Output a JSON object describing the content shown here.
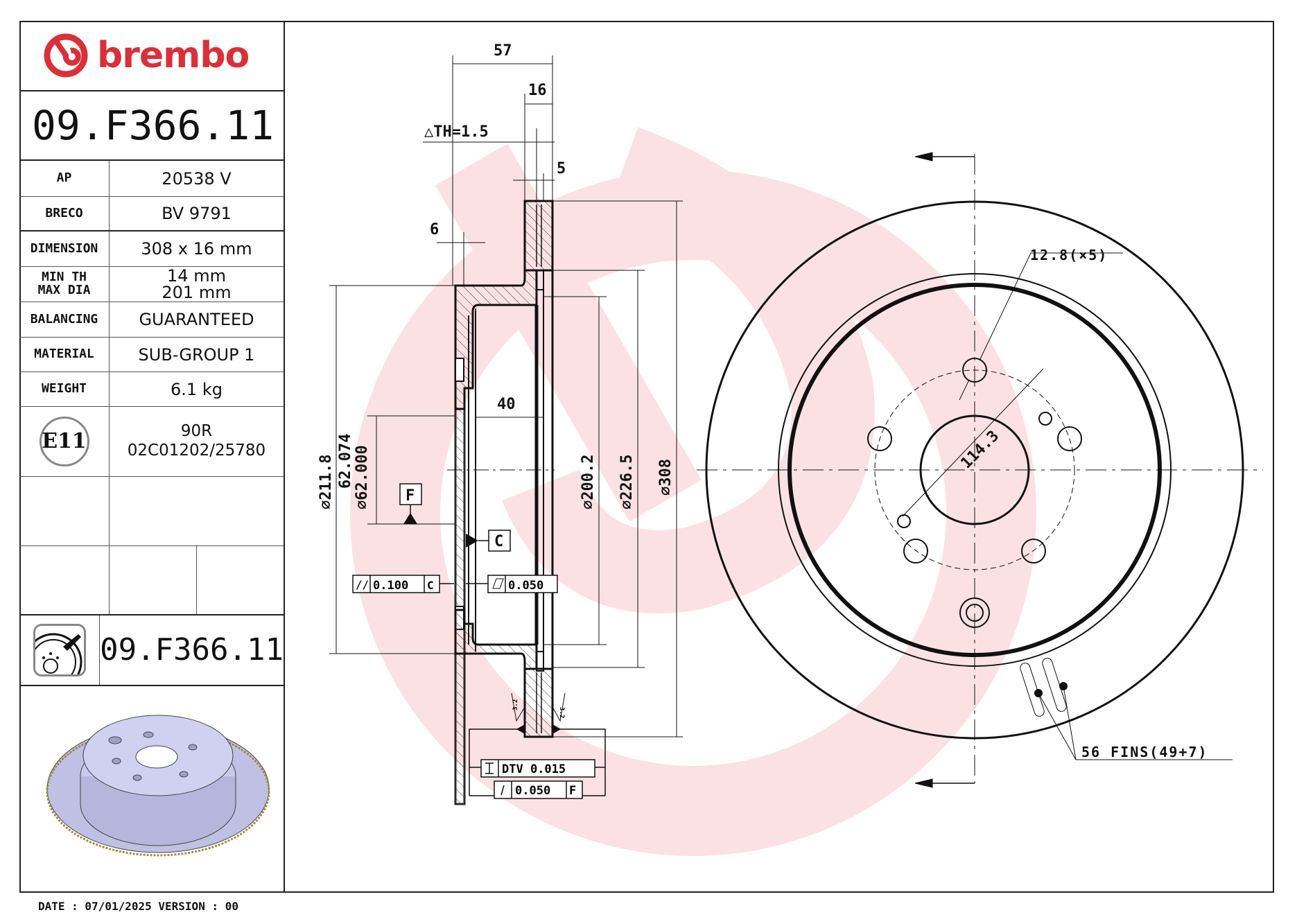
{
  "brand": {
    "name": "brembo",
    "color": "#d9303a"
  },
  "part_number": "09.F366.11",
  "specs": [
    {
      "label": "AP",
      "value": "20538 V"
    },
    {
      "label": "BRECO",
      "value": "BV 9791"
    },
    {
      "label": "DIMENSION",
      "value": "308 x 16 mm"
    },
    {
      "label_lines": [
        "MIN TH",
        "MAX DIA"
      ],
      "value_lines": [
        "14 mm",
        "201 mm"
      ]
    },
    {
      "label": "BALANCING",
      "value": "GUARANTEED"
    },
    {
      "label": "MATERIAL",
      "value": "SUB-GROUP 1"
    },
    {
      "label": "WEIGHT",
      "value": "6.1 kg"
    }
  ],
  "approval": {
    "mark": "E11",
    "lines": [
      "90R",
      "02C01202/25780"
    ]
  },
  "bottom_part_number": "09.F366.11",
  "footer": {
    "date_text": "DATE : 07/01/2025 VERSION : 00"
  },
  "section_view": {
    "dims": {
      "overall_height": "57",
      "thickness": "16",
      "delta_th": "△TH=1.5",
      "vane_gap": "5",
      "hat_wall": "6",
      "hat_depth": "40",
      "d_hat": "⌀211.8",
      "d_bore_max": "62.074",
      "d_bore_min": "⌀62.000",
      "d_inner_ring": "⌀200.2",
      "d_friction_inner": "⌀226.5",
      "d_outer": "⌀308"
    },
    "datums": {
      "f": "F",
      "c": "C"
    },
    "roughness": [
      "3.2",
      "3.2"
    ],
    "tolerances": {
      "parallelism": {
        "symbol": "//",
        "value": "0.100",
        "datum": "C"
      },
      "flatness": {
        "symbol": "▱",
        "value": "0.050"
      },
      "dtv": {
        "symbol": "⌶",
        "value": "DTV 0.015"
      },
      "runout": {
        "symbol": "↗",
        "value": "0.050",
        "datum": "F"
      }
    }
  },
  "front_view": {
    "bolt_hole": "12.8(×5)",
    "pcd": "114.3",
    "fins": "56 FINS(49+7)"
  },
  "colors": {
    "watermark": "#fbe1e4",
    "line": "#111111",
    "disc_3d": "#c8c8ea"
  }
}
